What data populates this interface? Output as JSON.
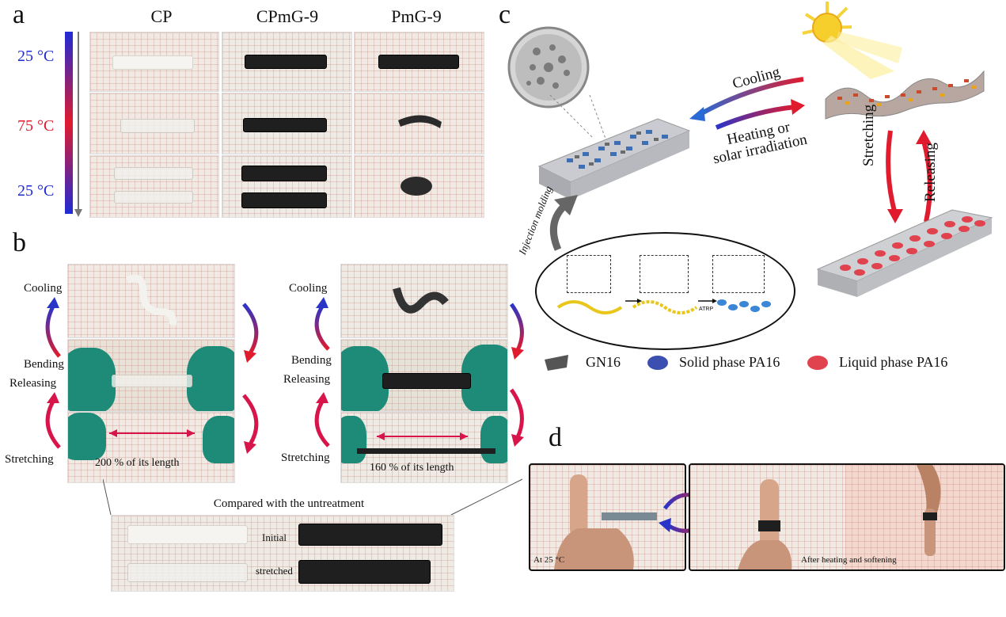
{
  "panel_a": {
    "letter": "a",
    "columns": [
      "CP",
      "CPmG-9",
      "PmG-9"
    ],
    "temps": [
      "25 °C",
      "75 °C",
      "25 °C"
    ],
    "temp_colors": [
      "#1f2bd6",
      "#e01b2e",
      "#1f2bd6"
    ]
  },
  "panel_b": {
    "letter": "b",
    "labels": [
      "Cooling",
      "Bending",
      "Releasing",
      "Stretching"
    ],
    "left_stretch": "200 % of its length",
    "right_stretch": "160 % of its length",
    "compare_title": "Compared with the untreatment",
    "compare_initial": "Initial",
    "compare_stretched": "stretched"
  },
  "panel_c": {
    "letter": "c",
    "cooling": "Cooling",
    "heating_line1": "Heating or",
    "heating_line2": "solar irradiation",
    "stretching": "Stretching",
    "releasing": "Releasing",
    "injection": "Injection molding",
    "atrp": "ATRP",
    "legend": [
      "GN16",
      "Solid phase PA16",
      "Liquid phase PA16"
    ],
    "legend_colors": [
      "#555555",
      "#3b4fb0",
      "#e0424e"
    ]
  },
  "panel_d": {
    "letter": "d",
    "left_caption": "At 25 °C",
    "right_caption": "After heating and softening"
  }
}
